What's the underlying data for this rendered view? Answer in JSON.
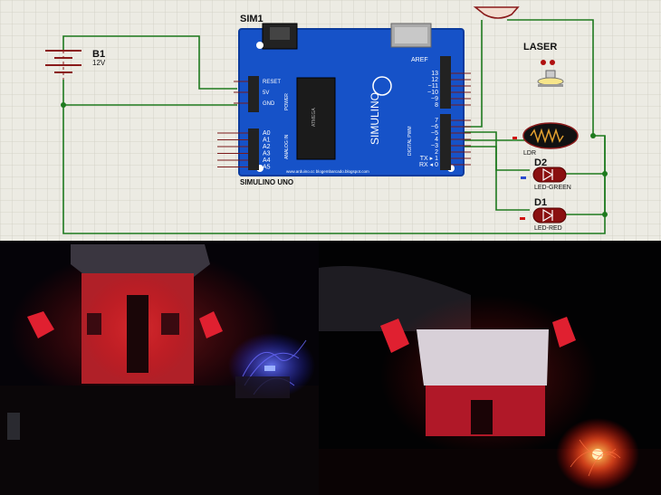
{
  "schematic": {
    "sim_label": "SIM1",
    "board_caption": "SIMULINO UNO",
    "board_brand": "SIMULINO",
    "board_url": "www.arduino.cc  blogembarcado.blogspot.com",
    "chip_text": "ATMEGA",
    "battery": {
      "ref": "B1",
      "value": "12V"
    },
    "laser_label": "LASER",
    "ldr_label": "LDR",
    "led_green": {
      "ref": "D2",
      "name": "LED-GREEN"
    },
    "led_red": {
      "ref": "D1",
      "name": "LED-RED"
    },
    "power_pins": [
      "RESET",
      "5V",
      "GND"
    ],
    "power_group": "POWER",
    "analog_pins": [
      "A0",
      "A1",
      "A2",
      "A3",
      "A4",
      "A5"
    ],
    "analog_group": "ANALOG IN",
    "aref": "AREF",
    "digital_top": [
      "13",
      "12",
      "~11",
      "~10",
      "~9",
      "8"
    ],
    "digital_bottom": [
      "7",
      "~6",
      "~5",
      "4",
      "~3",
      "2",
      "TX ▸ 1",
      "RX ◂ 0"
    ],
    "digital_group": "DIGITAL PWM",
    "colors": {
      "grid_bg": "#ecebe3",
      "wire": "#1e7a1e",
      "board": "#1652c8",
      "board_dark": "#0b3b9e",
      "led_red": "#d01010"
    }
  },
  "photos": {
    "left": {
      "scene": "house model with LEDs (dark, red/blue lighting)"
    },
    "right": {
      "scene": "house model with laser beam (dark, red lighting)"
    }
  }
}
